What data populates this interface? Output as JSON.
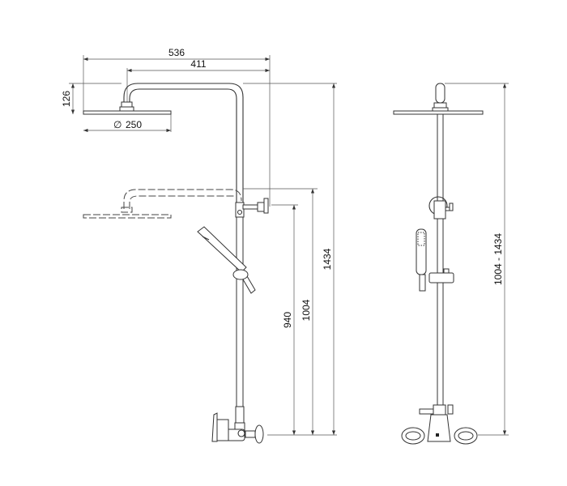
{
  "title": "Shower column technical drawing",
  "dimensions": {
    "overall_width": "536",
    "arm_reach": "411",
    "head_height": "126",
    "head_diameter": "250",
    "diameter_symbol": "∅",
    "wall_height_low": "940",
    "arm_height_low": "1004",
    "arm_height_high": "1434",
    "height_range": "1004 - 1434"
  },
  "colors": {
    "line": "#333333",
    "background": "#ffffff"
  }
}
